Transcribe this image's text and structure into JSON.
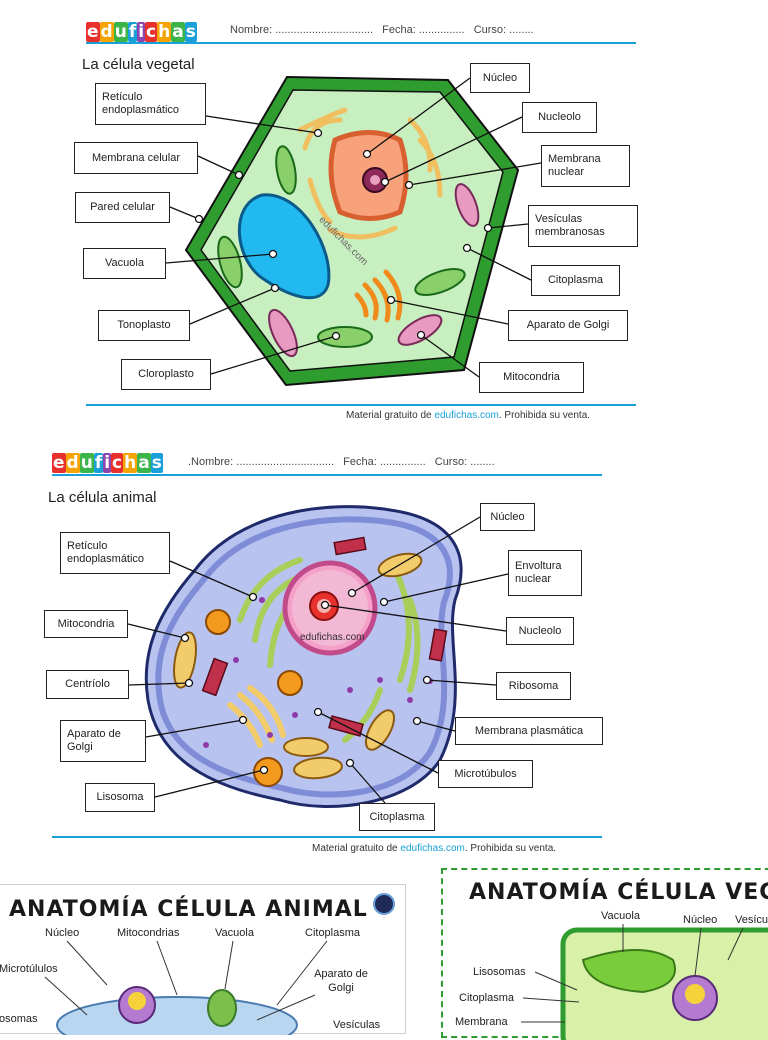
{
  "brand": {
    "logo": "edufichas"
  },
  "sheet1": {
    "header": {
      "nombre": "Nombre: ................................",
      "fecha": "Fecha: ...............",
      "curso": "Curso: ........"
    },
    "title": "La célula vegetal",
    "labels": {
      "reticulo": "Retículo endoplasmático",
      "membrana_celular": "Membrana celular",
      "pared_celular": "Pared celular",
      "vacuola": "Vacuola",
      "tonoplasto": "Tonoplasto",
      "cloroplasto": "Cloroplasto",
      "nucleo": "Núcleo",
      "nucleolo": "Nucleolo",
      "membrana_nuclear": "Membrana nuclear",
      "vesiculas": "Vesículas membranosas",
      "citoplasma": "Citoplasma",
      "golgi": "Aparato de Golgi",
      "mitocondria": "Mitocondria"
    },
    "watermark": "edufichas.com",
    "footer": {
      "prefix": "Material gratuito de ",
      "link": "edufichas.com",
      "suffix": ". Prohibida su venta."
    }
  },
  "sheet2": {
    "header": {
      "nombre": ".Nombre: ................................",
      "fecha": "Fecha: ...............",
      "curso": "Curso: ........"
    },
    "title": "La célula animal",
    "labels": {
      "reticulo": "Retículo endoplasmático",
      "mitocondria": "Mitocondria",
      "centriolo": "Centríolo",
      "golgi": "Aparato de Golgi",
      "lisosoma": "Lisosoma",
      "nucleo": "Núcleo",
      "envoltura": "Envoltura nuclear",
      "nucleolo": "Nucleolo",
      "ribosoma": "Ribosoma",
      "membrana": "Membrana plasmática",
      "microtubulos": "Microtúbulos",
      "citoplasma": "Citoplasma"
    },
    "watermark": "edufichas.com",
    "footer": {
      "prefix": "Material gratuito de ",
      "link": "edufichas.com",
      "suffix": ". Prohibida su venta."
    }
  },
  "poster_animal": {
    "title": "ANATOMÍA CÉLULA ANIMAL",
    "labels": {
      "nucleo": "Núcleo",
      "mitocondrias": "Mitocondrias",
      "vacuola": "Vacuola",
      "citoplasma": "Citoplasma",
      "microtubulos": "Microtúlulos",
      "aparato": "Aparato de Golgi",
      "lisosomas": "osomas",
      "vesiculas": "Vesículas"
    }
  },
  "poster_vegetal": {
    "title": "ANATOMÍA CÉLULA VEG",
    "labels": {
      "vacuola": "Vacuola",
      "nucleo": "Núcleo",
      "vesiculas": "Vesícu",
      "lisosomas": "Lisosomas",
      "citoplasma": "Citoplasma",
      "membrana": "Membrana"
    }
  },
  "colors": {
    "accent": "#1aa0d8",
    "wall": "#2e9c2e",
    "cytoplasm_plant": "#c8efc0",
    "cytoplasm_animal": "#b9c3f0"
  }
}
